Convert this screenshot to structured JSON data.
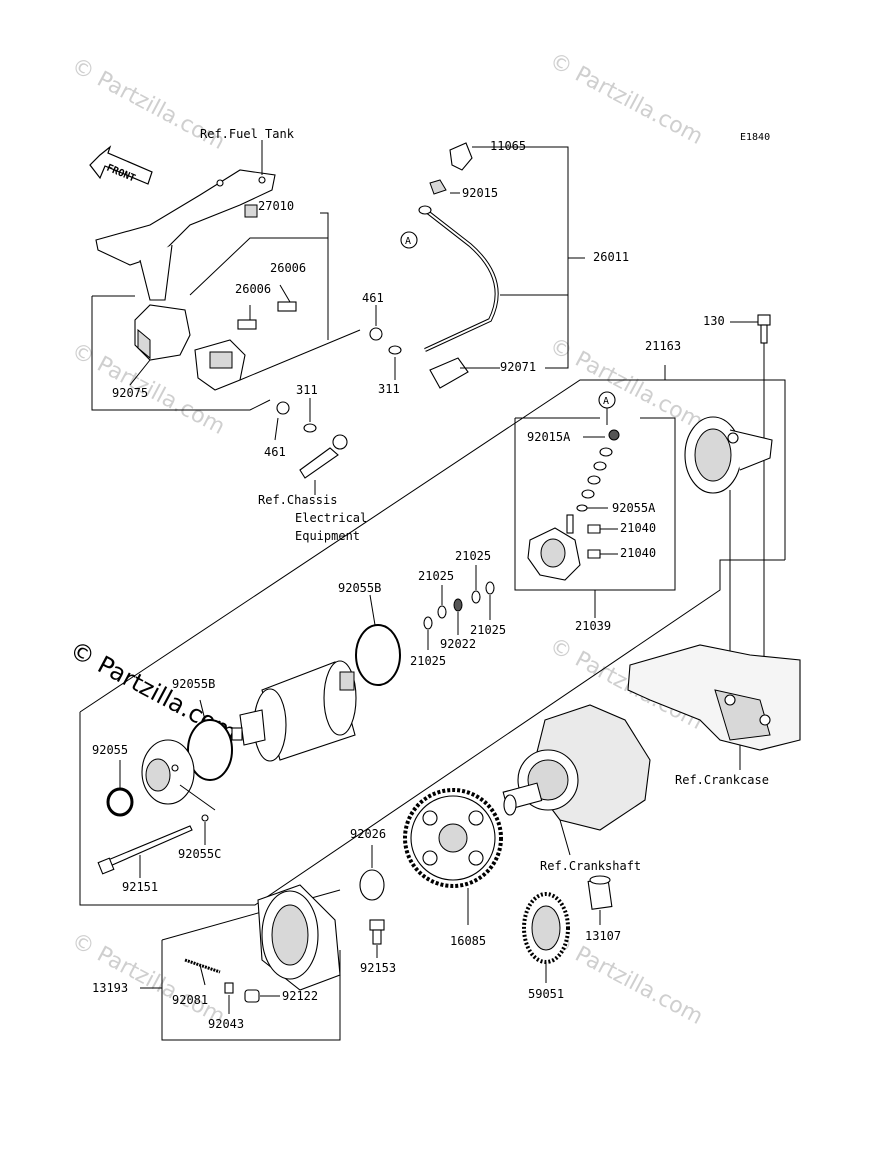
{
  "diagram_code": "E1840",
  "watermark": "© Partzilla.com",
  "front_label": "FRONT",
  "callout_marker": "A",
  "refs": {
    "fuel_tank": "Ref.Fuel Tank",
    "chassis_1": "Ref.Chassis",
    "chassis_2": "Electrical",
    "chassis_3": "Equipment",
    "crankcase": "Ref.Crankcase",
    "crankshaft": "Ref.Crankshaft"
  },
  "labels": {
    "p11065": "11065",
    "p92015": "92015",
    "p26011": "26011",
    "p27010": "27010",
    "p26006a": "26006",
    "p26006b": "26006",
    "p461a": "461",
    "p461b": "461",
    "p311a": "311",
    "p311b": "311",
    "p92071": "92071",
    "p92075": "92075",
    "p130": "130",
    "p21163": "21163",
    "p92015A": "92015A",
    "p92055A": "92055A",
    "p21040a": "21040",
    "p21040b": "21040",
    "p21039": "21039",
    "p21025a": "21025",
    "p21025b": "21025",
    "p21025c": "21025",
    "p21025d": "21025",
    "p92022": "92022",
    "p92055B_a": "92055B",
    "p92055B_b": "92055B",
    "p92055": "92055",
    "p92055C": "92055C",
    "p92151": "92151",
    "p92026": "92026",
    "p92153": "92153",
    "p16085": "16085",
    "p13107": "13107",
    "p59051": "59051",
    "p13193": "13193",
    "p92081": "92081",
    "p92043": "92043",
    "p92122": "92122"
  }
}
